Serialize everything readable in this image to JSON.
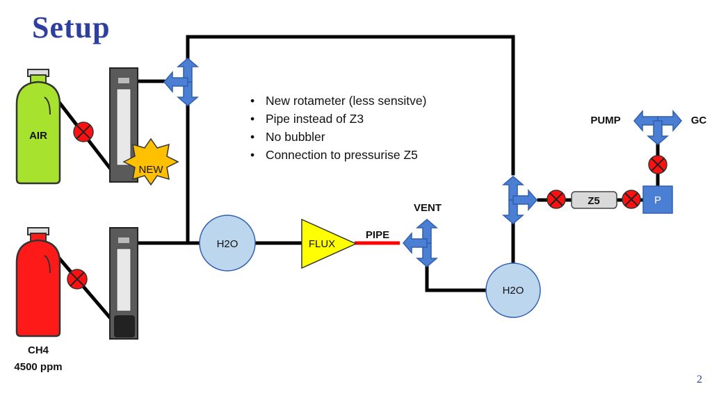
{
  "slide": {
    "title": "Setup",
    "page_number": "2",
    "bullets": [
      "New rotameter (less sensitve)",
      "Pipe instead of Z3",
      "No bubbler",
      "Connection to pressurise Z5"
    ]
  },
  "diagram": {
    "air_label": "AIR",
    "ch4_label": "CH4",
    "ch4_concentration": "4500 ppm",
    "new_badge": "NEW",
    "h2o_left": "H2O",
    "h2o_right": "H2O",
    "flux_label": "FLUX",
    "pipe_label": "PIPE",
    "vent_label": "VENT",
    "z5_label": "Z5",
    "pump_box": "P",
    "pump_label": "PUMP",
    "gc_label": "GC"
  },
  "colors": {
    "title": "#2e3fa0",
    "air_cylinder": "#a6e22e",
    "ch4_cylinder": "#ff1a1a",
    "valve": "#ff1010",
    "arrows": "#4a7fd4",
    "h2o_vessel": "#bcd6ee",
    "flux": "#ffff00",
    "new_badge": "#ffc000",
    "pipe_segment": "#ff0000",
    "z5_box": "#d9d9d9",
    "pump_box": "#4a7fd4"
  }
}
